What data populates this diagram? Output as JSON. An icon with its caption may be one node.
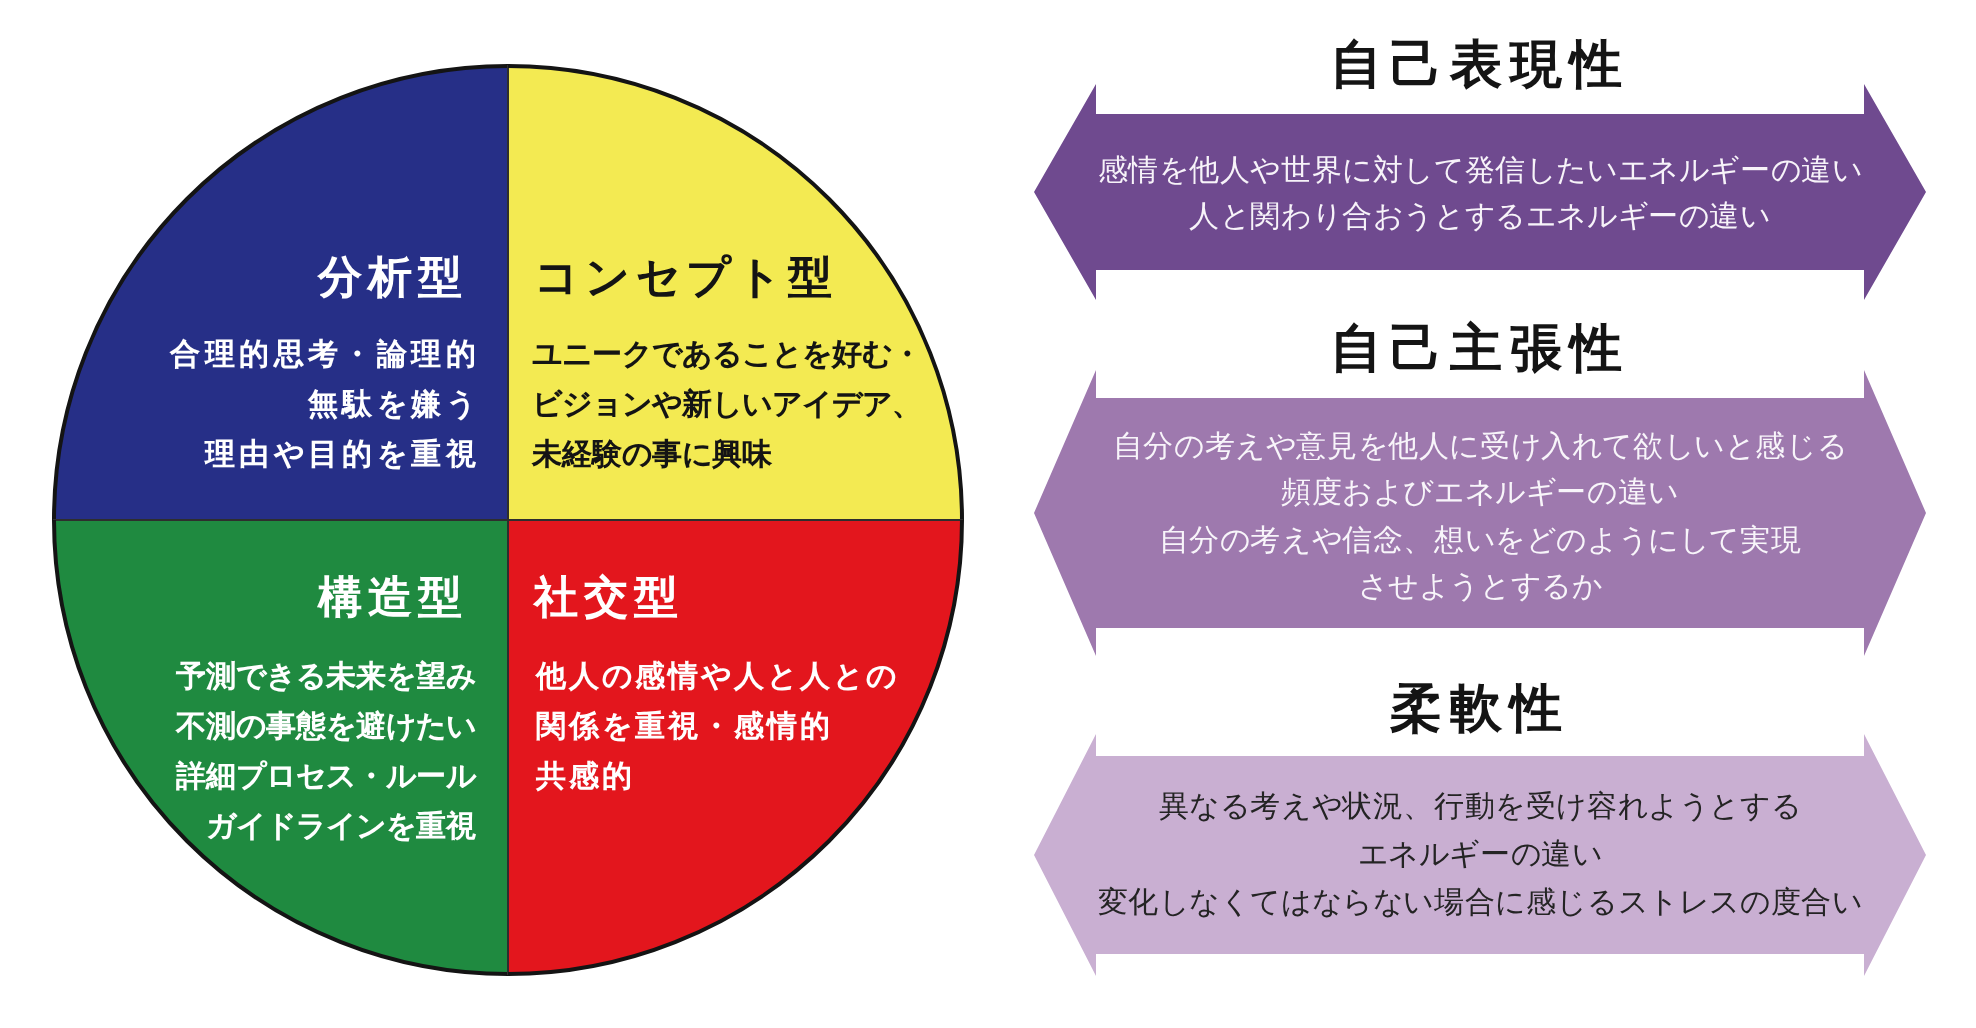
{
  "diagram": {
    "nodes": [
      {
        "text": [
          "分析型",
          "合理的思考・論理的",
          "無駄を嫌う",
          "理由や目的を重視"
        ]
      },
      {
        "text": [
          "コンセプト型",
          "ユニークであることを好む・ビジョンや新しいアイデア、未経験の事に興味"
        ]
      },
      {
        "text": [
          "構造型",
          "予測できる未来を望み不測の事態を避けたい",
          "詳細プロセス・ルールガイドラインを重視"
        ]
      },
      {
        "text": [
          "社交型",
          "他人の感情や人と人との関係を重視・感情的",
          "共感的"
        ]
      },
      {
        "text": [
          "自己表現性",
          "感情を他人や世界に対して発信したいエネルギーの違い",
          "人と関わり合おうとするエネルギーの違い"
        ]
      },
      {
        "text": [
          "自己主張性",
          "自分の考えや意見を他人に受け入れて欲しいと感じる頻度およびエネルギーの違い",
          "自分の考えや信念、想いをどのようにして実現させようとするか"
        ]
      },
      {
        "text": [
          "柔軟性",
          "異なる考えや状況、行動を受け容れようとするエネルギーの違い",
          "変化しなくてはならない場合に感じるストレスの度合い"
        ]
      }
    ]
  }
}
